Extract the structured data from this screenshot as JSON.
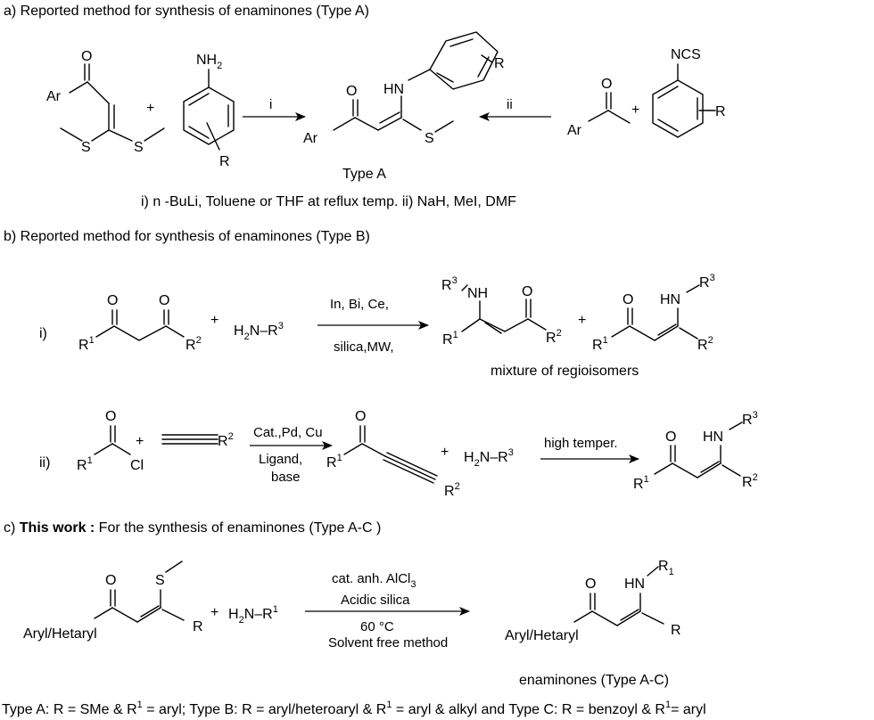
{
  "section_a": {
    "heading": "a) Reported method for synthesis of enaminones (Type A)",
    "ar": "Ar",
    "o": "O",
    "s": "S",
    "nh2": "NH",
    "nh2_sub": "2",
    "r": "R",
    "plus": "+",
    "hn": "HN",
    "ncs": "NCS",
    "arrow_i": "i",
    "arrow_ii": "ii",
    "product_label": "Type A",
    "conditions": "i) n -BuLi, Toluene or THF at reflux temp. ii) NaH, MeI, DMF"
  },
  "section_b": {
    "heading": "b) Reported method for synthesis of enaminones (Type B)",
    "route_i": "i)",
    "route_ii": "ii)",
    "r_letter": "R",
    "sup1": "1",
    "sup2": "2",
    "sup3": "3",
    "o": "O",
    "nh": "NH",
    "hn": "HN",
    "h2n": "H",
    "h2n_sub": "2",
    "n_dash": "N–R",
    "plus": "+",
    "cond_i_top": "In, Bi, Ce,",
    "cond_i_bottom": "silica,MW,",
    "mixture": "mixture of regioisomers",
    "cl": "Cl",
    "cond_ii_top": "Cat.,Pd, Cu",
    "cond_ii_mid": "Ligand,",
    "cond_ii_bottom": "base",
    "cond_ii_heat": "high temper."
  },
  "section_c": {
    "heading_prefix": "c) ",
    "heading_bold": "This work :",
    "heading_rest": " For the synthesis of enaminones (Type A-C )",
    "aryl": "Aryl/Hetaryl",
    "o": "O",
    "s": "S",
    "r": "R",
    "hn": "HN",
    "r_sub1": "R",
    "r_sub1_index": "1",
    "plus": "+",
    "h2n": "H",
    "h2n_sub": "2",
    "n_r": "N–R",
    "sup1": "1",
    "cond_1_pre": "cat. anh. AlCl",
    "cond_1_sub": "3",
    "cond_2": "Acidic silica",
    "cond_3": "60 °C",
    "cond_4": "Solvent free method",
    "product_label": "enaminones (Type A-C)"
  },
  "footer": {
    "part1": "Type A: R = SMe & R",
    "sup_a": "1",
    "part2": " = aryl; Type B: R = aryl/heteroaryl  & R",
    "sup_b": "1",
    "part3": " =  aryl & alkyl and Type C: R = benzoyl & R",
    "sup_c": "1",
    "part4": "= aryl"
  }
}
